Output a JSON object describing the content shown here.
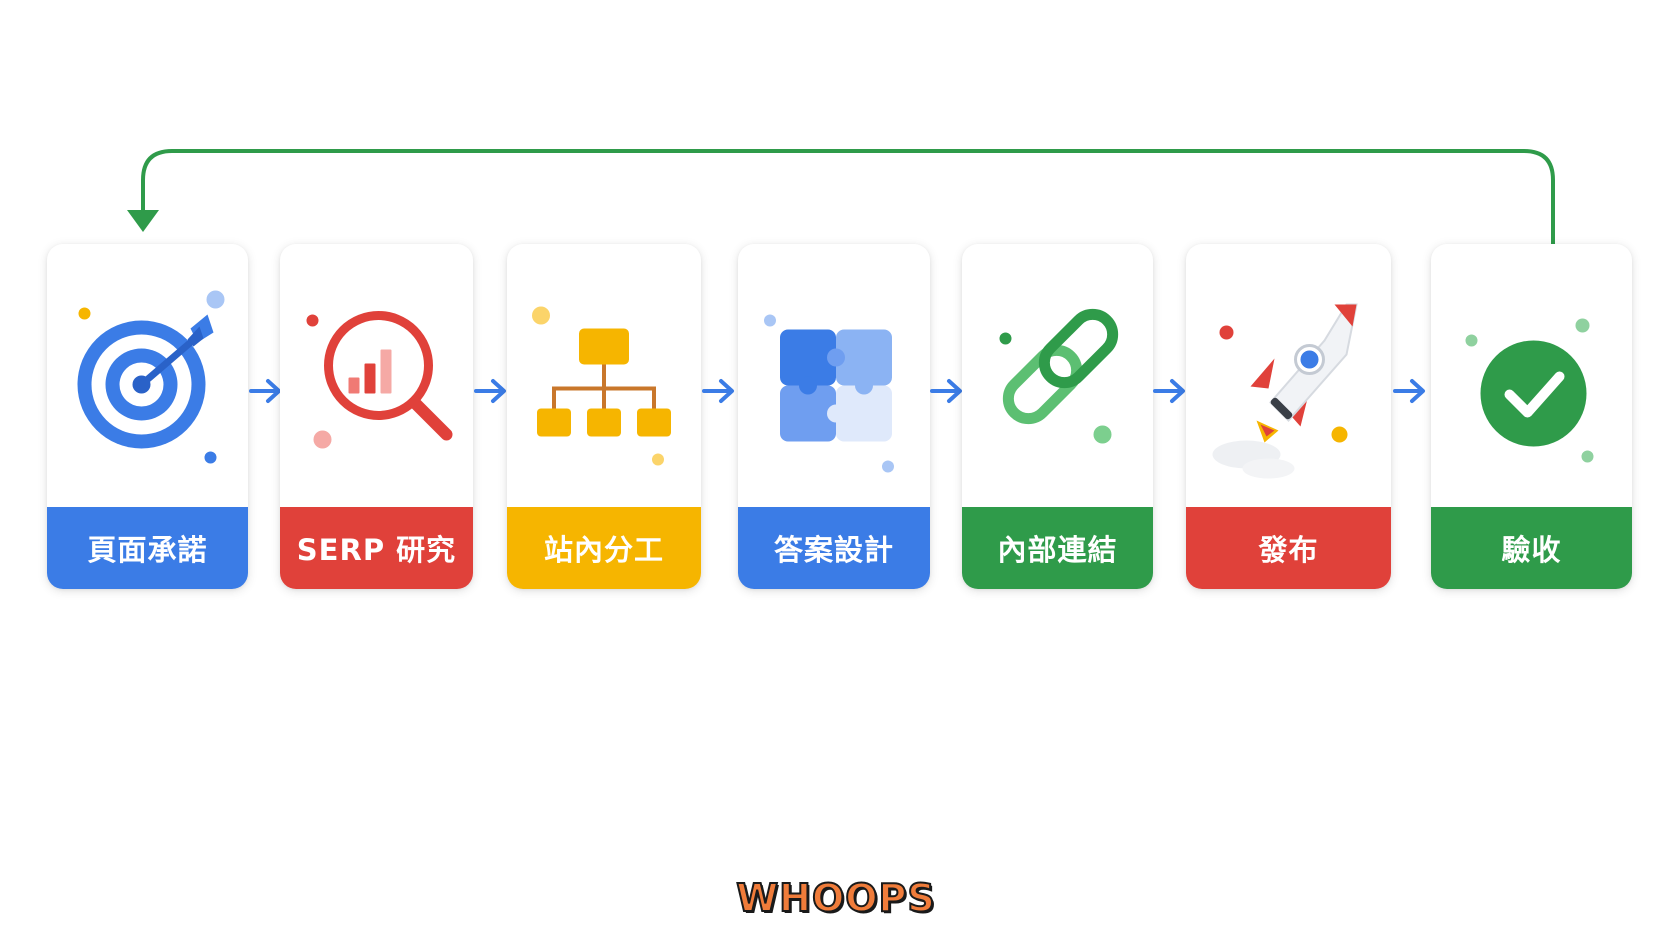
{
  "steps": [
    {
      "label": "頁面承諾",
      "color": "#3b7ce6",
      "icon": "target-icon"
    },
    {
      "label": "SERP 研究",
      "color": "#e0413a",
      "icon": "magnifier-chart-icon"
    },
    {
      "label": "站內分工",
      "color": "#f6b500",
      "icon": "hierarchy-icon"
    },
    {
      "label": "答案設計",
      "color": "#3b7ce6",
      "icon": "puzzle-icon"
    },
    {
      "label": "內部連結",
      "color": "#2f9b4a",
      "icon": "link-icon"
    },
    {
      "label": "發布",
      "color": "#e0413a",
      "icon": "rocket-icon"
    },
    {
      "label": "驗收",
      "color": "#2f9b4a",
      "icon": "checkmark-icon"
    }
  ],
  "colors": {
    "flow_arrow": "#3b7ce6",
    "loop_arrow": "#2f9b4a"
  },
  "wordmark": "WHOOPS"
}
